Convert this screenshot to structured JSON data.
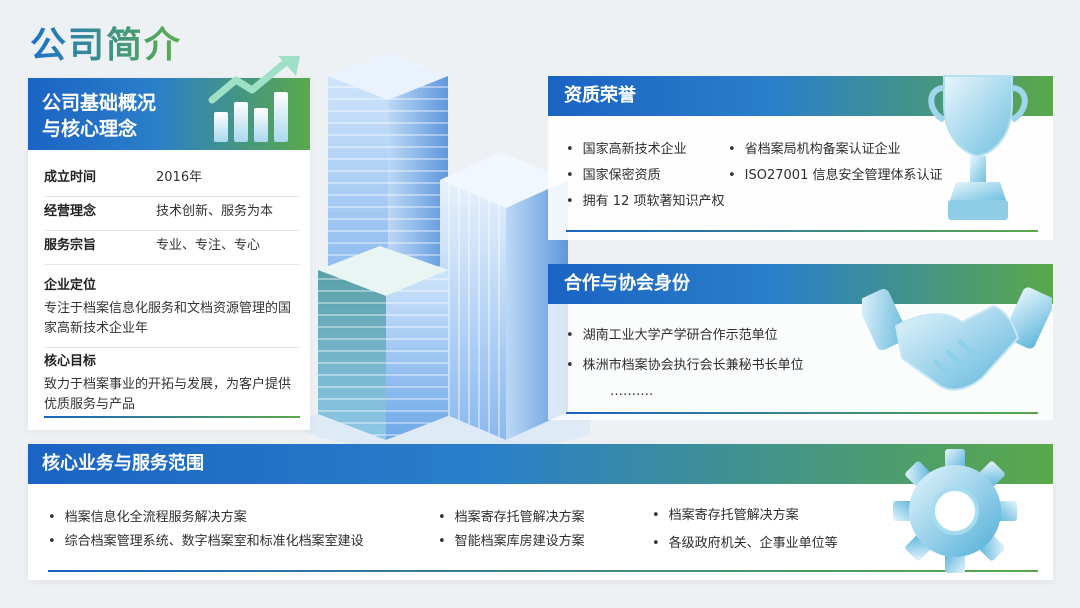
{
  "title": "公司简介",
  "basic": {
    "heading_line1": "公司基础概况",
    "heading_line2": "与核心理念",
    "rows": [
      {
        "label": "成立时间",
        "value": "2016年"
      },
      {
        "label": "经营理念",
        "value": "技术创新、服务为本"
      },
      {
        "label": "服务宗旨",
        "value": "专业、专注、专心"
      }
    ],
    "positioning_label": "企业定位",
    "positioning_text": "专注于档案信息化服务和文档资源管理的国家高新技术企业年",
    "goal_label": "核心目标",
    "goal_text": "致力于档案事业的开拓与发展，为客户提供优质服务与产品"
  },
  "honors": {
    "heading": "资质荣誉",
    "items": [
      "国家高新技术企业",
      "省档案局机构备案认证企业",
      "国家保密资质",
      "ISO27001 信息安全管理体系认证",
      "拥有 12 项软著知识产权"
    ]
  },
  "cooperation": {
    "heading": "合作与协会身份",
    "items": [
      "湖南工业大学产学研合作示范单位",
      "株洲市档案协会执行会长兼秘书长单位"
    ],
    "ellipsis": "………."
  },
  "business": {
    "heading": "核心业务与服务范围",
    "items": [
      "档案信息化全流程服务解决方案",
      "综合档案管理系统、数字档案室和标准化档案室建设",
      "档案寄存托管解决方案",
      "智能档案库房建设方案",
      "档案寄存托管解决方案",
      "各级政府机关、企事业单位等"
    ]
  },
  "colors": {
    "blue": "#1a63c4",
    "green": "#5aa84a"
  },
  "icons": [
    "growth-chart-icon",
    "trophy-icon",
    "handshake-icon",
    "gear-icon",
    "buildings-illustration"
  ]
}
